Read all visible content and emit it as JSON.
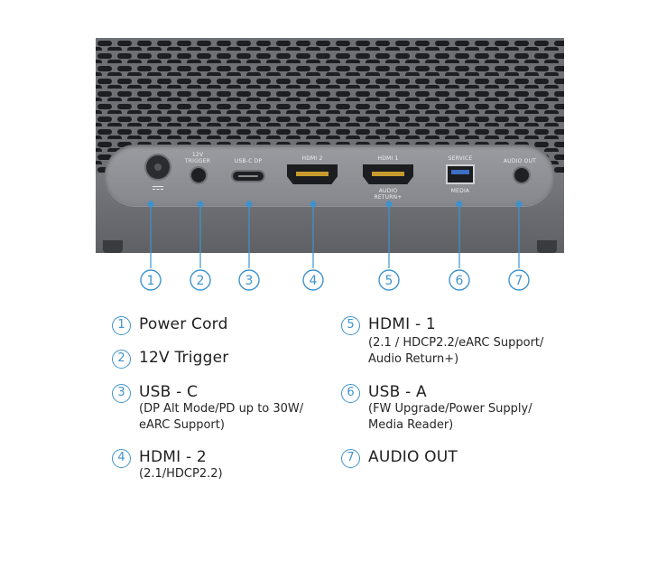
{
  "panel_labels": {
    "trigger": "12V\nTRIGGER",
    "usbc_dp": "USB-C DP",
    "hdmi2": "HDMI 2",
    "hdmi1": "HDMI 1",
    "audio_return": "AUDIO\nRETURN+",
    "service": "SERVICE",
    "media": "MEDIA",
    "audio_out": "AUDIO OUT"
  },
  "callout_numbers": [
    "1",
    "2",
    "3",
    "4",
    "5",
    "6",
    "7"
  ],
  "legend": [
    {
      "number": "1",
      "title": "Power Cord",
      "detail": []
    },
    {
      "number": "2",
      "title": "12V Trigger",
      "detail": []
    },
    {
      "number": "3",
      "title": "USB - C",
      "detail": [
        "(DP Alt Mode/PD up to 30W/",
        "eARC Support)"
      ]
    },
    {
      "number": "4",
      "title": "HDMI - 2",
      "detail": [
        "(2.1/HDCP2.2)"
      ]
    },
    {
      "number": "5",
      "title": "HDMI - 1",
      "detail": [
        "(2.1 / HDCP2.2/eARC Support/",
        "Audio Return+)"
      ]
    },
    {
      "number": "6",
      "title": "USB - A",
      "detail": [
        "(FW Upgrade/Power Supply/",
        "Media Reader)"
      ]
    },
    {
      "number": "7",
      "title": "AUDIO OUT",
      "detail": []
    }
  ],
  "colors": {
    "accent": "#3f93cc",
    "device_body": "#6e7075",
    "port_panel": "#8f9196",
    "text": "#1f1f1f"
  }
}
